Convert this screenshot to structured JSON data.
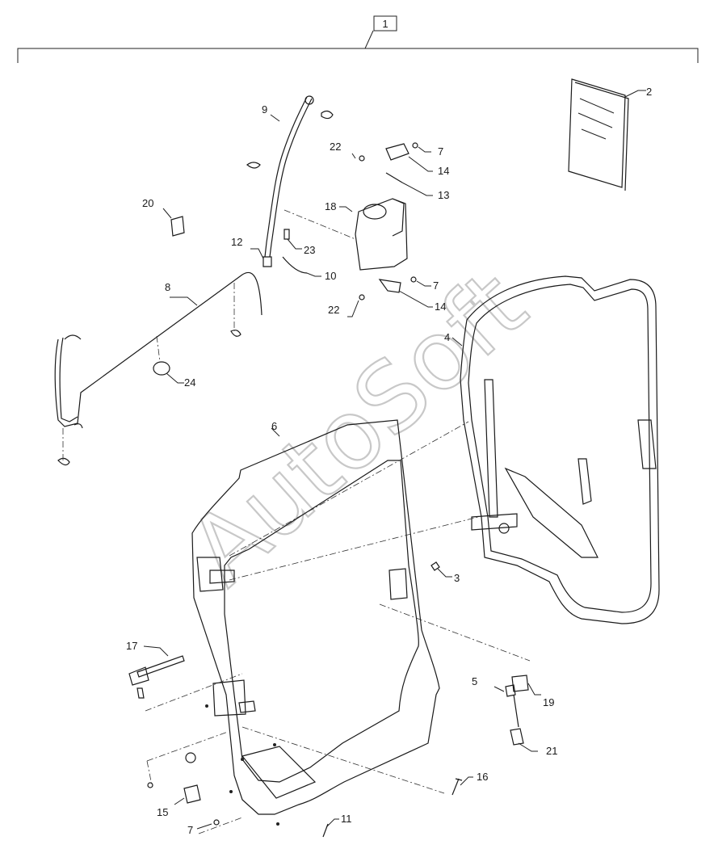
{
  "watermark": "AutoSoft",
  "assembly_label": "1",
  "callouts": [
    {
      "id": "c2",
      "text": "2"
    },
    {
      "id": "c9",
      "text": "9"
    },
    {
      "id": "c22a",
      "text": "22"
    },
    {
      "id": "c7a",
      "text": "7"
    },
    {
      "id": "c14a",
      "text": "14"
    },
    {
      "id": "c13",
      "text": "13"
    },
    {
      "id": "c18",
      "text": "18"
    },
    {
      "id": "c20",
      "text": "20"
    },
    {
      "id": "c12",
      "text": "12"
    },
    {
      "id": "c23",
      "text": "23"
    },
    {
      "id": "c10",
      "text": "10"
    },
    {
      "id": "c8",
      "text": "8"
    },
    {
      "id": "c7b",
      "text": "7"
    },
    {
      "id": "c22b",
      "text": "22"
    },
    {
      "id": "c14b",
      "text": "14"
    },
    {
      "id": "c4",
      "text": "4"
    },
    {
      "id": "c24",
      "text": "24"
    },
    {
      "id": "c6",
      "text": "6"
    },
    {
      "id": "c3",
      "text": "3"
    },
    {
      "id": "c17",
      "text": "17"
    },
    {
      "id": "c5",
      "text": "5"
    },
    {
      "id": "c19",
      "text": "19"
    },
    {
      "id": "c21",
      "text": "21"
    },
    {
      "id": "c16",
      "text": "16"
    },
    {
      "id": "c15",
      "text": "15"
    },
    {
      "id": "c7c",
      "text": "7"
    },
    {
      "id": "c11",
      "text": "11"
    }
  ]
}
